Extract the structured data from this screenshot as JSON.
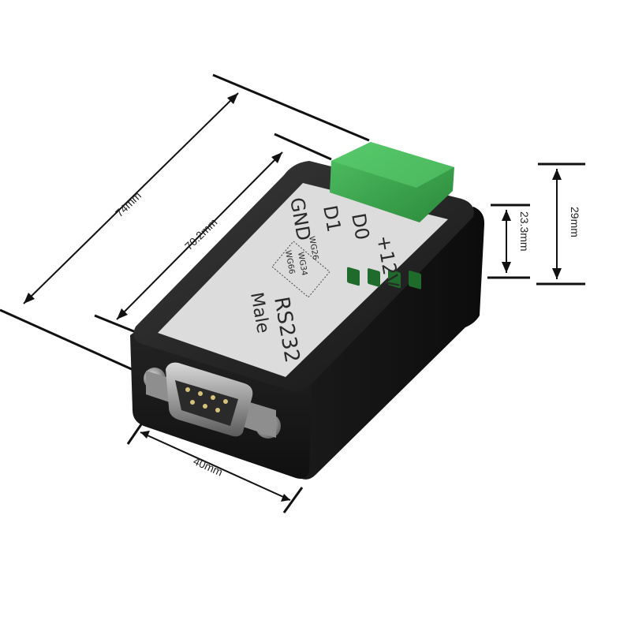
{
  "dimensions": {
    "length_outer": "74mm",
    "length_inner": "70.2mm",
    "width": "40mm",
    "height_total": "29mm",
    "height_body": "23.3mm"
  },
  "device_label": {
    "terminals": [
      "+12V",
      "D0",
      "D1",
      "GND"
    ],
    "options": [
      "WG26",
      "WG34",
      "WG66"
    ],
    "port_name": "RS232",
    "port_gender": "Male"
  },
  "colors": {
    "body": "#1c1c1c",
    "label": "#dcdcdc",
    "terminal_block": "#3aa24a",
    "connector_metal": "#a9a9a9"
  }
}
